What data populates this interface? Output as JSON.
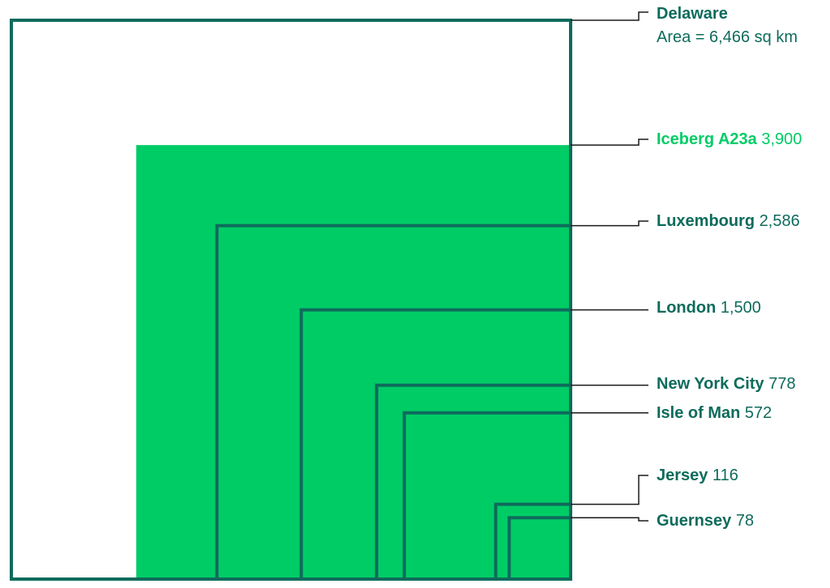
{
  "chart_data": {
    "type": "area-comparison",
    "unit": "sq km",
    "colors": {
      "outline": "#0e6b5c",
      "highlight": "#00cc66"
    },
    "items": [
      {
        "name": "Delaware",
        "value": 6466,
        "value_label": "Area = 6,466 sq km",
        "highlight": false
      },
      {
        "name": "Iceberg A23a",
        "value": 3900,
        "value_label": "3,900",
        "highlight": true
      },
      {
        "name": "Luxembourg",
        "value": 2586,
        "value_label": "2,586",
        "highlight": false
      },
      {
        "name": "London",
        "value": 1500,
        "value_label": "1,500",
        "highlight": false
      },
      {
        "name": "New York City",
        "value": 778,
        "value_label": "778",
        "highlight": false
      },
      {
        "name": "Isle of Man",
        "value": 572,
        "value_label": "572",
        "highlight": false
      },
      {
        "name": "Jersey",
        "value": 116,
        "value_label": "116",
        "highlight": false
      },
      {
        "name": "Guernsey",
        "value": 78,
        "value_label": "78",
        "highlight": false
      }
    ]
  }
}
